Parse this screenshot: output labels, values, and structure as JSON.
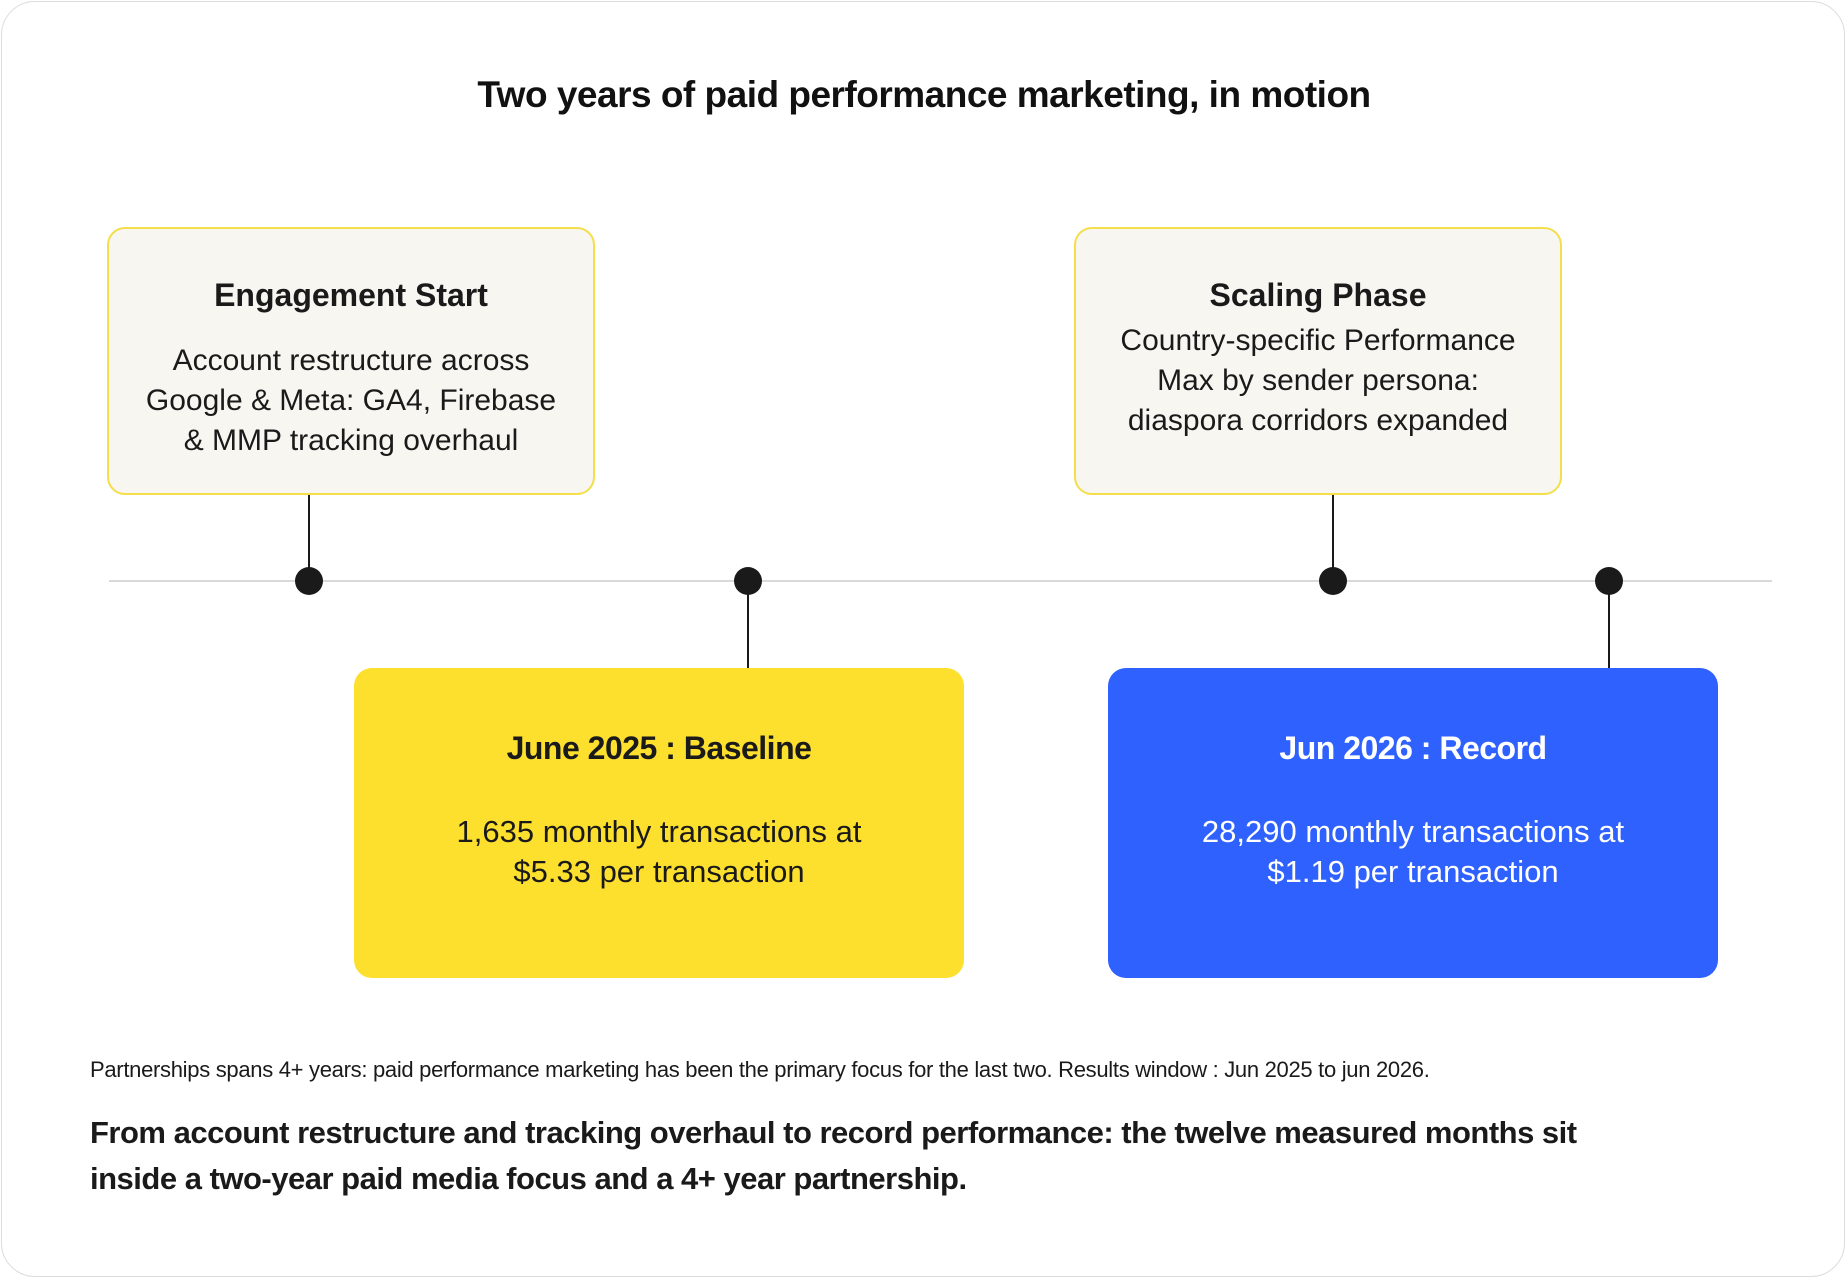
{
  "title": "Two years of paid performance marketing, in motion",
  "milestones": {
    "engagement_start": {
      "title": "Engagement Start",
      "lines": [
        "Account restructure across",
        "Google & Meta: GA4, Firebase",
        "& MMP tracking overhaul"
      ]
    },
    "scaling_phase": {
      "title": "Scaling Phase",
      "lines": [
        "Country-specific Performance",
        "Max by sender persona:",
        "diaspora corridors expanded"
      ]
    },
    "baseline": {
      "title": "June 2025 : Baseline",
      "lines": [
        "1,635 monthly transactions at",
        "$5.33 per transaction"
      ],
      "color": "#fddf2e"
    },
    "record": {
      "title": "Jun 2026 : Record",
      "lines": [
        "28,290 monthly transactions at",
        "$1.19 per transaction"
      ],
      "color": "#2f61ff"
    }
  },
  "footnote": "Partnerships spans 4+ years: paid performance marketing has been the primary focus for the last two.  Results window : Jun 2025 to jun 2026.",
  "summary": {
    "line1": "From account restructure and tracking overhaul to record performance: the twelve measured months sit",
    "line2": "inside a two-year paid media focus and a 4+ year partnership."
  }
}
